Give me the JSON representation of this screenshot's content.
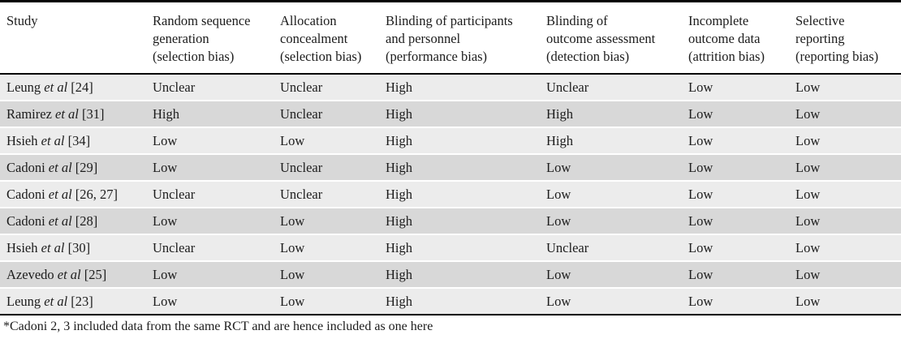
{
  "table": {
    "columns": [
      "Study",
      "Random sequence\ngeneration\n(selection bias)",
      "Allocation\nconcealment\n(selection bias)",
      "Blinding of participants\nand personnel\n(performance bias)",
      "Blinding of\noutcome assessment\n(detection bias)",
      "Incomplete\noutcome data\n(attrition bias)",
      "Selective\nreporting\n(reporting bias)"
    ],
    "rows": [
      {
        "study": {
          "name": "Leung",
          "etal": "et al",
          "ref": "[24]"
        },
        "values": [
          "Unclear",
          "Unclear",
          "High",
          "Unclear",
          "Low",
          "Low"
        ]
      },
      {
        "study": {
          "name": "Ramirez",
          "etal": "et al",
          "ref": "[31]"
        },
        "values": [
          "High",
          "Unclear",
          "High",
          "High",
          "Low",
          "Low"
        ]
      },
      {
        "study": {
          "name": "Hsieh",
          "etal": "et al",
          "ref": "[34]"
        },
        "values": [
          "Low",
          "Low",
          "High",
          "High",
          "Low",
          "Low"
        ]
      },
      {
        "study": {
          "name": "Cadoni",
          "etal": "et al",
          "ref": "[29]"
        },
        "values": [
          "Low",
          "Unclear",
          "High",
          "Low",
          "Low",
          "Low"
        ]
      },
      {
        "study": {
          "name": "Cadoni",
          "etal": "et al",
          "ref": "[26, 27]"
        },
        "values": [
          "Unclear",
          "Unclear",
          "High",
          "Low",
          "Low",
          "Low"
        ]
      },
      {
        "study": {
          "name": "Cadoni",
          "etal": "et al",
          "ref": "[28]"
        },
        "values": [
          "Low",
          "Low",
          "High",
          "Low",
          "Low",
          "Low"
        ]
      },
      {
        "study": {
          "name": "Hsieh",
          "etal": "et al",
          "ref": "[30]"
        },
        "values": [
          "Unclear",
          "Low",
          "High",
          "Unclear",
          "Low",
          "Low"
        ]
      },
      {
        "study": {
          "name": "Azevedo",
          "etal": "et al",
          "ref": "[25]"
        },
        "values": [
          "Low",
          "Low",
          "High",
          "Low",
          "Low",
          "Low"
        ]
      },
      {
        "study": {
          "name": "Leung",
          "etal": "et al",
          "ref": "[23]"
        },
        "values": [
          "Low",
          "Low",
          "High",
          "Low",
          "Low",
          "Low"
        ]
      }
    ]
  },
  "footnote": "*Cadoni 2, 3 included data from the same RCT and are hence included as one here",
  "colors": {
    "row_light": "#ececec",
    "row_dark": "#d8d8d8",
    "rule": "#000000",
    "text": "#1c1c1c",
    "background": "#ffffff"
  }
}
